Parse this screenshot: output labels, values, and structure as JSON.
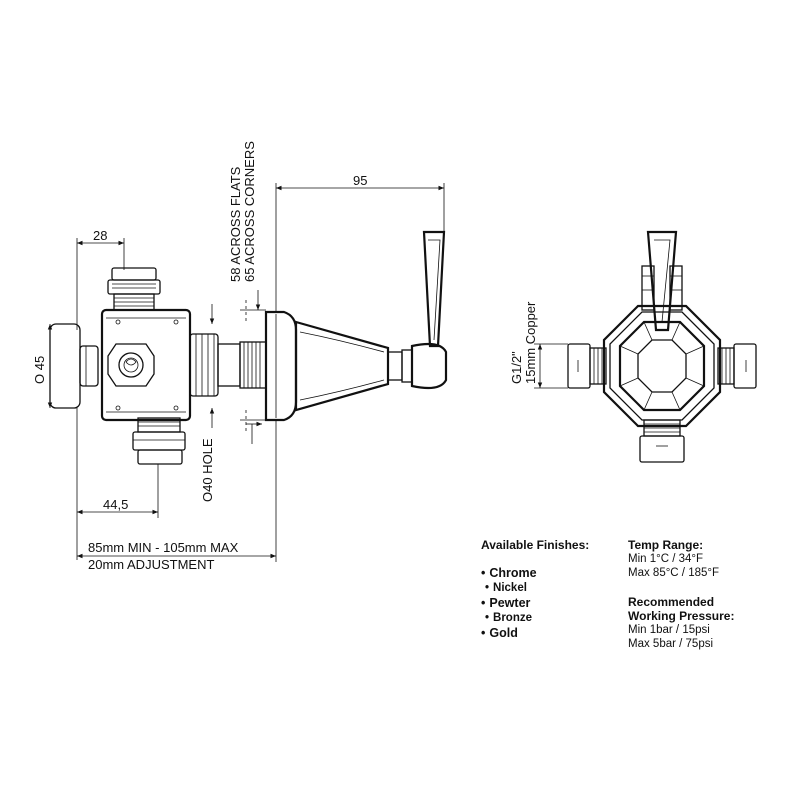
{
  "dimensions": {
    "top_width": "28",
    "diameter_left": "O 45",
    "offset": "44,5",
    "range": "85mm MIN - 105mm MAX",
    "adjustment": "20mm ADJUSTMENT",
    "flats": "58  ACROSS FLATS",
    "corners": "65 ACROSS CORNERS",
    "handle_reach": "95",
    "hole": "O40  HOLE",
    "pipe_thread": "G1/2\"",
    "pipe_copper": "15mm Copper"
  },
  "finishes": {
    "title": "Available Finishes:",
    "items": [
      "Chrome",
      "Nickel",
      "Pewter",
      "Bronze",
      "Gold"
    ]
  },
  "specs": {
    "temp_title": "Temp Range:",
    "temp_min": "Min 1°C / 34°F",
    "temp_max": "Max 85°C / 185°F",
    "pressure_title_1": "Recommended",
    "pressure_title_2": "Working Pressure:",
    "pressure_min": "Min 1bar / 15psi",
    "pressure_max": "Max 5bar / 75psi"
  }
}
